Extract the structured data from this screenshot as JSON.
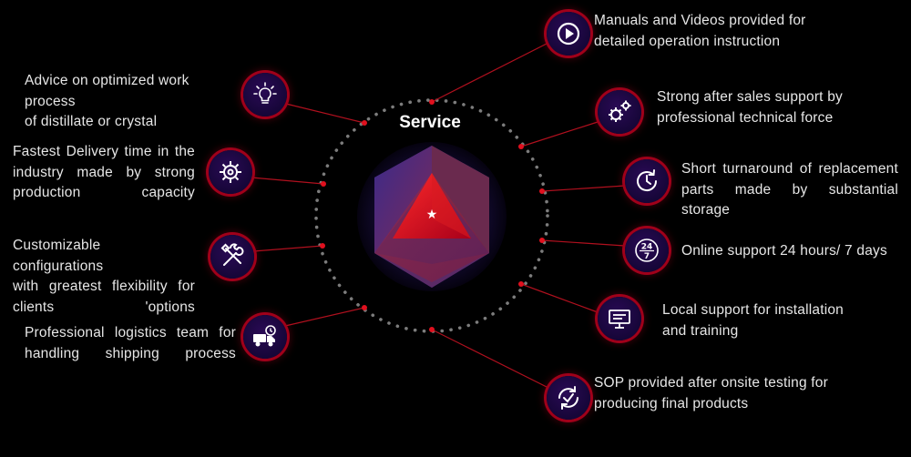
{
  "title": "Service",
  "accent_color": "#c8102e",
  "icon_bg_color": "#1c0842",
  "left_items": [
    {
      "text": "Advice on optimized work process\nof distillate or crystal",
      "icon": "lightbulb-icon"
    },
    {
      "text": "Fastest Delivery time in the\nindustry made by strong\nproduction capacity",
      "icon": "gear-cog-icon"
    },
    {
      "text": "Customizable configurations\nwith greatest flexibility for\nclients 'options",
      "icon": "tools-icon"
    },
    {
      "text": "Professional logistics team for\nhandling shipping process",
      "icon": "delivery-truck-icon"
    }
  ],
  "right_items": [
    {
      "text": "Manuals and Videos provided for\ndetailed operation instruction",
      "icon": "play-video-icon"
    },
    {
      "text": "Strong after sales support by\nprofessional technical force",
      "icon": "gears-icon"
    },
    {
      "text": "Short turnaround of replacement\nparts made by substantial storage",
      "icon": "clock-refresh-icon"
    },
    {
      "text": "Online support 24 hours/ 7 days",
      "icon": "24-7-icon",
      "icon_top": "24",
      "icon_bottom": "7"
    },
    {
      "text": "Local support for installation\nand training",
      "icon": "presentation-board-icon"
    },
    {
      "text": "SOP provided after onsite testing for\nproducing final products",
      "icon": "checkmark-cycle-icon"
    }
  ]
}
